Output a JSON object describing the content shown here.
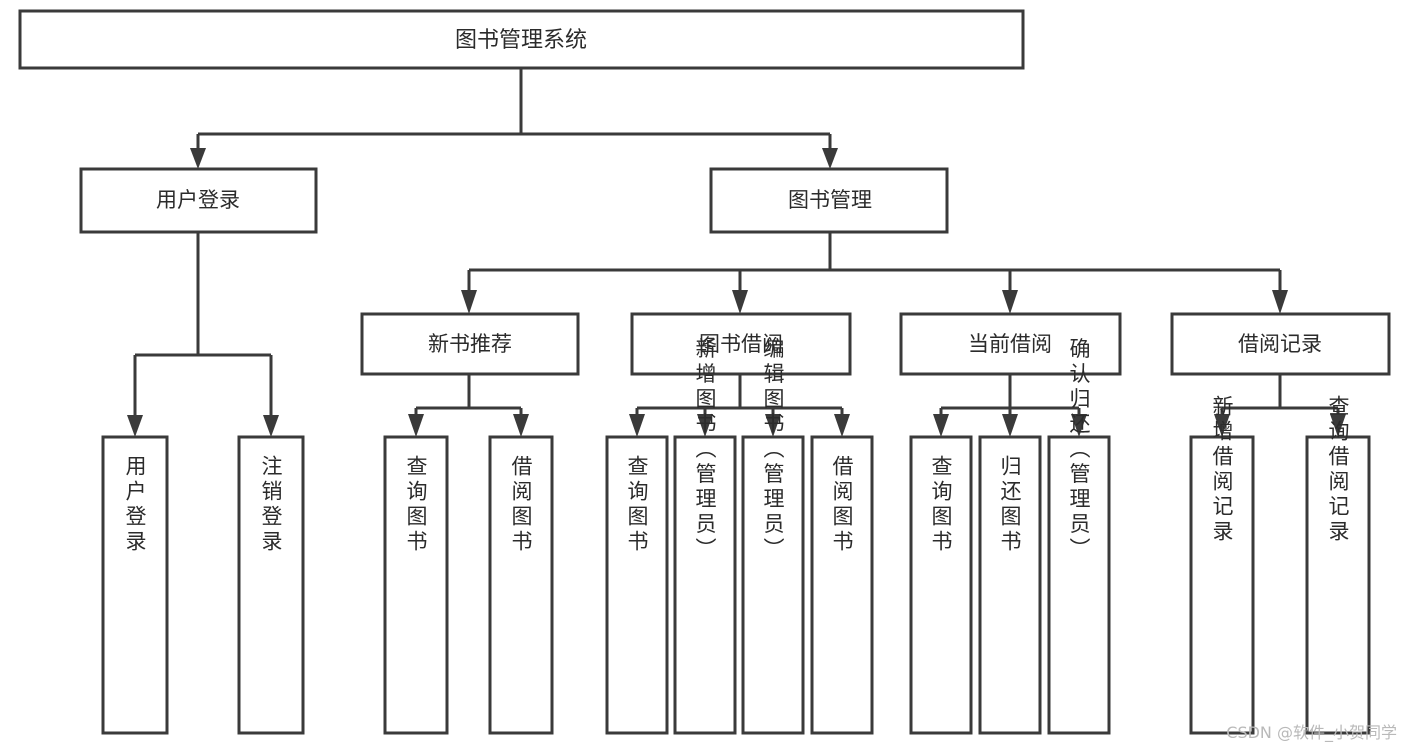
{
  "diagram": {
    "type": "tree-hierarchy",
    "title": "图书管理系统",
    "watermark": "CSDN @软件_小贺同学",
    "colors": {
      "box_stroke": "#3a3a3a",
      "box_fill": "#ffffff",
      "text": "#2b2b2b",
      "edge": "#3a3a3a",
      "background": "#ffffff",
      "watermark": "#b9b9b9"
    },
    "levels": [
      {
        "level": 1,
        "nodes": [
          {
            "id": "root",
            "label": "图书管理系统",
            "orientation": "horizontal"
          }
        ]
      },
      {
        "level": 2,
        "nodes": [
          {
            "id": "login",
            "label": "用户登录",
            "orientation": "horizontal",
            "parent": "root"
          },
          {
            "id": "bookmgmt",
            "label": "图书管理",
            "orientation": "horizontal",
            "parent": "root"
          }
        ]
      },
      {
        "level": 3,
        "nodes": [
          {
            "id": "newbook",
            "label": "新书推荐",
            "orientation": "horizontal",
            "parent": "bookmgmt"
          },
          {
            "id": "borrow",
            "label": "图书借阅",
            "orientation": "horizontal",
            "parent": "bookmgmt"
          },
          {
            "id": "current",
            "label": "当前借阅",
            "orientation": "horizontal",
            "parent": "bookmgmt"
          },
          {
            "id": "records",
            "label": "借阅记录",
            "orientation": "horizontal",
            "parent": "bookmgmt"
          }
        ]
      },
      {
        "level": 4,
        "nodes": [
          {
            "id": "leaf-1",
            "label": "用户登录",
            "orientation": "vertical",
            "parent": "login"
          },
          {
            "id": "leaf-2",
            "label": "注销登录",
            "orientation": "vertical",
            "parent": "login"
          },
          {
            "id": "leaf-3",
            "label": "查询图书",
            "orientation": "vertical",
            "parent": "newbook"
          },
          {
            "id": "leaf-4",
            "label": "借阅图书",
            "orientation": "vertical",
            "parent": "newbook"
          },
          {
            "id": "leaf-5",
            "label": "查询图书",
            "orientation": "vertical",
            "parent": "borrow"
          },
          {
            "id": "leaf-6",
            "label": "新增图书（管理员）",
            "orientation": "vertical",
            "parent": "borrow"
          },
          {
            "id": "leaf-7",
            "label": "编辑图书（管理员）",
            "orientation": "vertical",
            "parent": "borrow"
          },
          {
            "id": "leaf-8",
            "label": "借阅图书",
            "orientation": "vertical",
            "parent": "borrow"
          },
          {
            "id": "leaf-9",
            "label": "查询图书",
            "orientation": "vertical",
            "parent": "current"
          },
          {
            "id": "leaf-10",
            "label": "归还图书",
            "orientation": "vertical",
            "parent": "current"
          },
          {
            "id": "leaf-11",
            "label": "确认归还（管理员）",
            "orientation": "vertical",
            "parent": "current"
          },
          {
            "id": "leaf-12",
            "label": "新增借阅记录",
            "orientation": "vertical",
            "parent": "records"
          },
          {
            "id": "leaf-13",
            "label": "查询借阅记录",
            "orientation": "vertical",
            "parent": "records"
          }
        ]
      }
    ]
  }
}
